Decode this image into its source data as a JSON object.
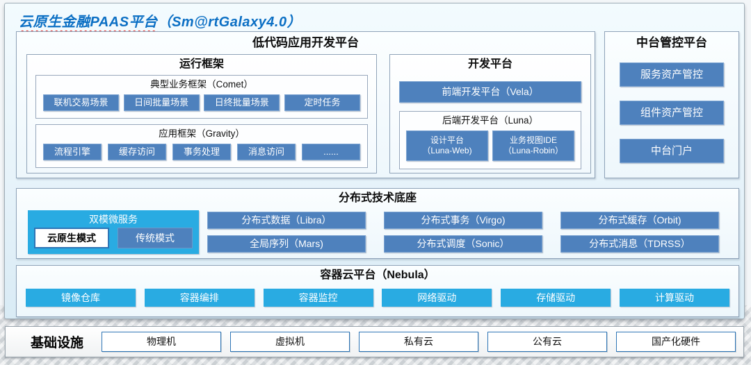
{
  "title": {
    "main": "云原生金融PAAS平台",
    "suffix": "（Sm@rtGalaxy4.0）"
  },
  "colors": {
    "block_blue": "#4E81BD",
    "block_cyan": "#29ABE2",
    "title_blue": "#0B6FC4",
    "squiggle_red": "#E8302A",
    "panel_border": "#8FA3B8"
  },
  "low_code_platform": {
    "title": "低代码应用开发平台",
    "runtime_framework": {
      "title": "运行框架",
      "comet": {
        "title": "典型业务框架（Comet）",
        "items": [
          "联机交易场景",
          "日间批量场景",
          "日终批量场景",
          "定时任务"
        ]
      },
      "gravity": {
        "title": "应用框架（Gravity）",
        "items": [
          "流程引擎",
          "缓存访问",
          "事务处理",
          "消息访问",
          "......"
        ]
      }
    },
    "dev_platform": {
      "title": "开发平台",
      "frontend": "前端开发平台（Vela）",
      "backend": {
        "title": "后端开发平台（Luna）",
        "items": [
          {
            "line1": "设计平台",
            "line2": "（Luna-Web)"
          },
          {
            "line1": "业务视图IDE",
            "line2": "（Luna-Robin）"
          }
        ]
      }
    }
  },
  "middle_platform": {
    "title": "中台管控平台",
    "items": [
      "服务资产管控",
      "组件资产管控",
      "中台门户"
    ]
  },
  "distributed_base": {
    "title": "分布式技术底座",
    "dual_mode": {
      "title": "双模微服务",
      "cloud_native": "云原生模式",
      "traditional": "传统模式"
    },
    "items": [
      "分布式数据（Libra）",
      "分布式事务（Virgo)",
      "分布式缓存（Orbit)",
      "全局序列（Mars)",
      "分布式调度（Sonic）",
      "分布式消息（TDRSS）"
    ]
  },
  "container_platform": {
    "title": "容器云平台（Nebula）",
    "items": [
      "镜像仓库",
      "容器编排",
      "容器监控",
      "网络驱动",
      "存储驱动",
      "计算驱动"
    ]
  },
  "infrastructure": {
    "title": "基础设施",
    "items": [
      "物理机",
      "虚拟机",
      "私有云",
      "公有云",
      "国产化硬件"
    ]
  }
}
